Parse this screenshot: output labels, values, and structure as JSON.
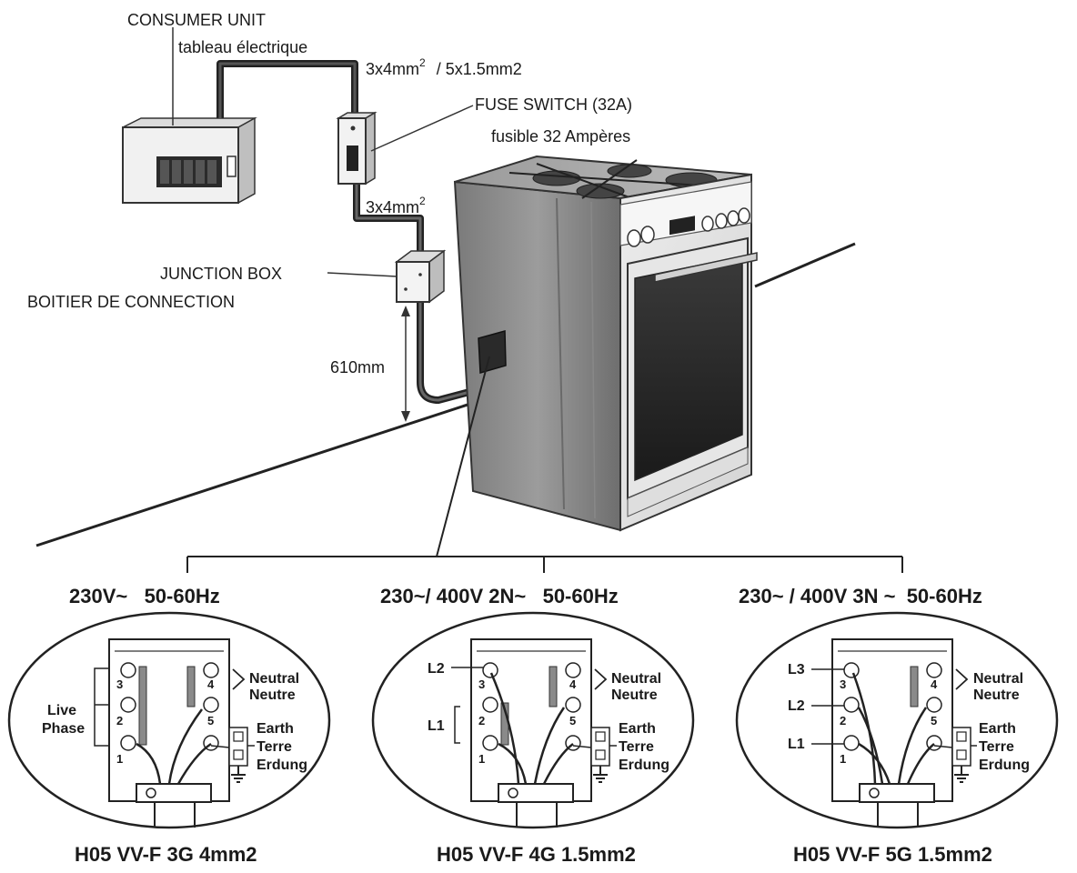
{
  "consumer_unit": {
    "title": "CONSUMER UNIT",
    "subtitle": "tableau électrique"
  },
  "cable_top": {
    "line1": "3x4mm",
    "sup": "2",
    "line2": "/ 5x1.5mm2"
  },
  "fuse_switch": {
    "title": "FUSE SWITCH (32A)",
    "subtitle": "fusible 32 Ampères"
  },
  "cable_mid": {
    "line1": "3x4mm",
    "sup": "2"
  },
  "junction_box": {
    "title": "JUNCTION BOX",
    "subtitle": "BOITIER DE CONNECTION"
  },
  "height_label": "610mm",
  "configs": [
    {
      "supply": "230V~   50-60Hz",
      "cable": "H05 VV-F 3G 4mm2",
      "left_labels": {
        "live": "Live",
        "phase": "Phase"
      },
      "neutral": "Neutral",
      "neutre": "Neutre",
      "earth": "Earth",
      "terre": "Terre",
      "erdung": "Erdung",
      "terminals": [
        "1",
        "2",
        "3",
        "4",
        "5"
      ]
    },
    {
      "supply": "230~/ 400V 2N~   50-60Hz",
      "cable": "H05 VV-F 4G 1.5mm2",
      "left_labels": {
        "l2": "L2",
        "l1": "L1"
      },
      "neutral": "Neutral",
      "neutre": "Neutre",
      "earth": "Earth",
      "terre": "Terre",
      "erdung": "Erdung",
      "terminals": [
        "1",
        "2",
        "3",
        "4",
        "5"
      ]
    },
    {
      "supply": "230~ / 400V 3N ~  50-60Hz",
      "cable": "H05 VV-F 5G 1.5mm2",
      "left_labels": {
        "l3": "L3",
        "l2": "L2",
        "l1": "L1"
      },
      "neutral": "Neutral",
      "neutre": "Neutre",
      "earth": "Earth",
      "terre": "Terre",
      "erdung": "Erdung",
      "terminals": [
        "1",
        "2",
        "3",
        "4",
        "5"
      ]
    }
  ]
}
